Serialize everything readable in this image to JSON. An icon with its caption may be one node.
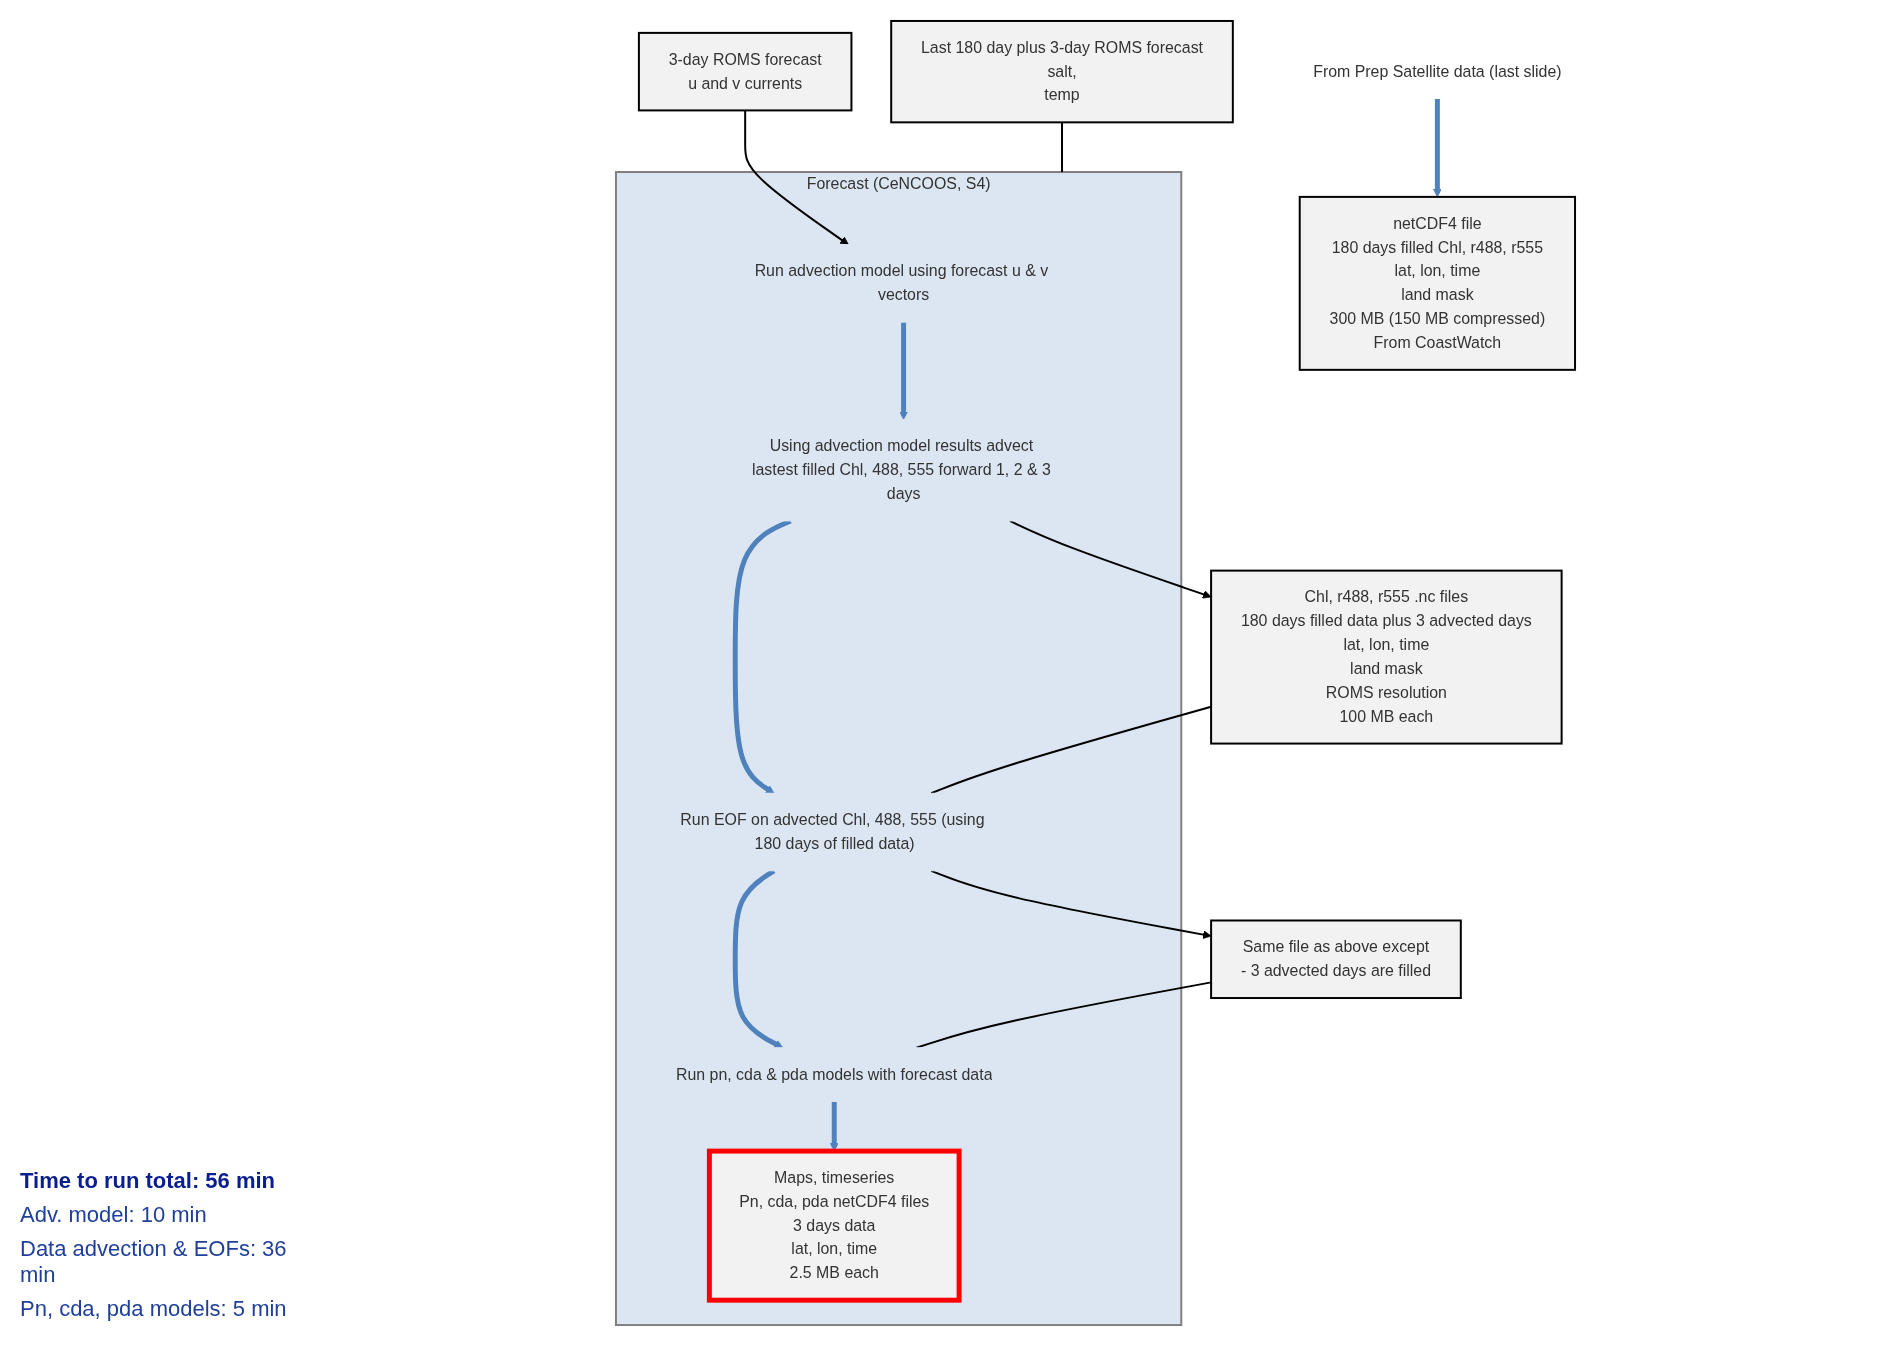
{
  "diagram": {
    "nodes": [
      {
        "text": [
          "Forecast (CeNCOOS, S4)"
        ]
      },
      {
        "text": [
          "Run advection model using forecast u & v vectors"
        ],
        "in": 0
      },
      {
        "text": [
          "Using advection model results advect lastest filled Chl, 488, 555 forward 1, 2 & 3 days"
        ],
        "in": 0
      },
      {
        "text": [
          "Run EOF on advected Chl, 488, 555 (using 180 days of filled data)"
        ],
        "in": 0
      },
      {
        "text": [
          "Run pn, cda & pda models with forecast data"
        ],
        "in": 0
      },
      {
        "text": [
          "Maps, timeseries",
          "Pn, cda, pda netCDF4 files",
          "3 days data",
          "lat,  lon, time",
          "2.5 MB each"
        ],
        "in": 0
      },
      {
        "text": [
          "From Prep Satellite data (last slide)"
        ]
      },
      {
        "text": [
          "netCDF4 file",
          "180 days filled Chl, r488, r555",
          "lat,  lon, time",
          "land mask",
          "300 MB (150 MB compressed)",
          "From CoastWatch"
        ]
      },
      {
        "text": [
          "Last 180 day plus 3-day ROMS forecast",
          "salt,",
          "temp"
        ]
      },
      {
        "text": [
          "3-day ROMS forecast",
          "u and v currents"
        ]
      },
      {
        "text": [
          "Chl, r488, r555 .nc files",
          "180 days filled data plus 3 advected days",
          "lat,  lon, time",
          "land mask",
          "ROMS resolution",
          "100 MB each"
        ]
      },
      {
        "text": [
          "Same file as above except",
          "- 3 advected days are filled"
        ]
      }
    ],
    "edges": [
      {
        "from": 6,
        "to": 7,
        "arrow": "to",
        "style": "thick",
        "color": "#4f81bd"
      },
      {
        "from": 1,
        "to": 2,
        "arrow": "to",
        "style": "thick",
        "color": "#4f81bd"
      },
      {
        "from": 2,
        "to": 3,
        "arrow": "to",
        "style": "thick",
        "color": "#4f81bd"
      },
      {
        "from": 3,
        "to": 4,
        "arrow": "to",
        "style": "thick",
        "color": "#4f81bd"
      },
      {
        "from": 4,
        "to": 5,
        "arrow": "to",
        "style": "thick",
        "color": "#4f81bd"
      },
      {
        "from": 9,
        "to": 1,
        "arrow": "to"
      },
      {
        "from": 2,
        "to": 10,
        "arrow": "to"
      },
      {
        "from": 10,
        "to": 3,
        "arrow": "none"
      },
      {
        "from": 3,
        "to": 11,
        "arrow": "to"
      },
      {
        "from": 11,
        "to": 4,
        "arrow": "none"
      },
      {
        "from": 8,
        "to": 0,
        "arrow": "none"
      }
    ],
    "labels": [
      "Time to run total: 56 min",
      "Adv. model: 10 min",
      "Data advection & EOFs: 36 min",
      "Pn, cda, pda models: 5 min"
    ]
  }
}
